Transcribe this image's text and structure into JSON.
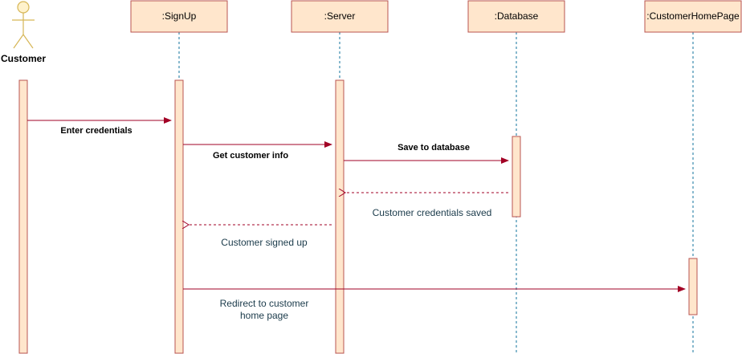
{
  "colors": {
    "box_fill": "#FFE6CC",
    "box_stroke": "#B85450",
    "lifeline": "#10739E",
    "message": "#A20025",
    "actor_fill": "#FFF2CC",
    "actor_stroke": "#D6B656",
    "dark_text": "#000000",
    "reply_text": "#1A3A4A"
  },
  "actor": {
    "label": "Customer",
    "icon": "stick-figure-actor-icon"
  },
  "participants": [
    {
      "label": ":SignUp"
    },
    {
      "label": ":Server"
    },
    {
      "label": ":Database"
    },
    {
      "label": ":CustomerHomePage"
    }
  ],
  "messages": [
    {
      "label": "Enter credentials",
      "kind": "sync"
    },
    {
      "label": "Get customer info",
      "kind": "sync"
    },
    {
      "label": "Save to database",
      "kind": "sync"
    },
    {
      "label": "Customer credentials saved",
      "kind": "reply"
    },
    {
      "label": "Customer signed up",
      "kind": "reply"
    },
    {
      "label_line1": "Redirect to customer",
      "label_line2": "home page",
      "kind": "sync"
    }
  ]
}
